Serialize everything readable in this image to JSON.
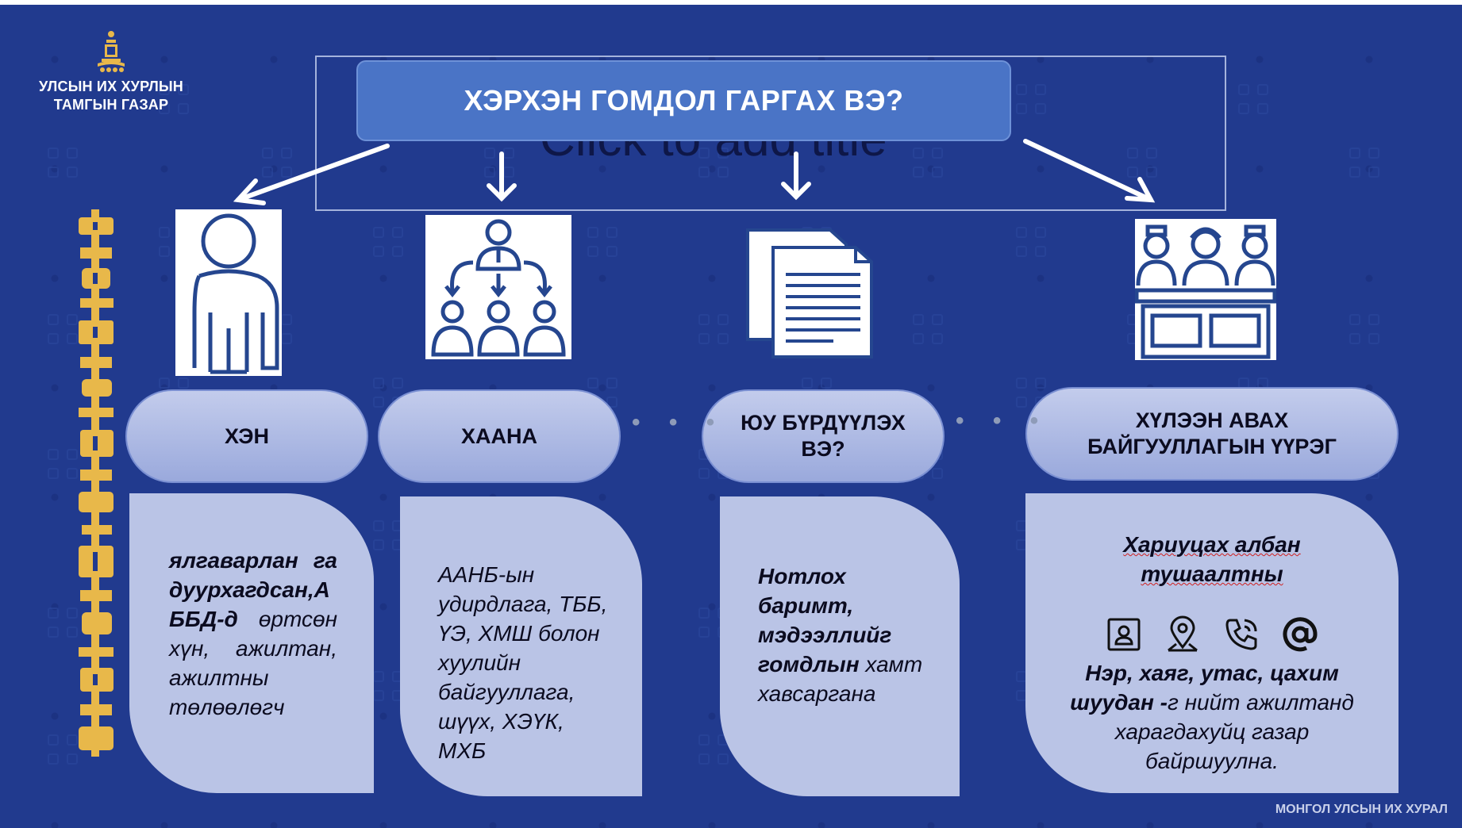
{
  "logo": {
    "org_line1": "УЛСЫН ИХ ХУРЛЫН",
    "org_line2": "ТАМГЫН ГАЗАР"
  },
  "title": "ХЭРХЭН ГОМДОЛ ГАРГАХ ВЭ?",
  "placeholder": "Click to add title",
  "columns": {
    "who": {
      "heading": "ХЭН",
      "text_bold": "ялгаварлан гадуурхагдсан,АББД-д",
      "text_rest": "өртсөн хүн, ажилтан, ажилтны төлөөлөгч"
    },
    "where": {
      "heading": "ХААНА",
      "text": "ААНБ-ын удирдлага, ТББ, ҮЭ, ХМШ болон хуулийн байгууллага, шүүх, ХЭҮК, МХБ"
    },
    "what": {
      "heading": "ЮУ БҮРДҮҮЛЭХ ВЭ?",
      "text_bold": "Нотлох баримт, мэдээллийг гомдлын",
      "text_rest": "хамт хавсаргана"
    },
    "duty": {
      "heading": "ХҮЛЭЭН АВАХ БАЙГУУЛЛАГЫН ҮҮРЭГ",
      "subtitle": "Хариуцах албан тушаалтны",
      "text_bold": "Нэр, хаяг, утас, цахим шуудан -",
      "text_rest": "г нийт ажилтанд харагдахуйц газар байршуулна."
    }
  },
  "icons": [
    "person-icon",
    "organization-hierarchy-icon",
    "documents-icon",
    "judges-panel-icon",
    "contact-card-icon",
    "location-pin-icon",
    "phone-icon",
    "at-sign-icon"
  ],
  "colors": {
    "background": "#213a8e",
    "title_box": "#4a74c6",
    "card": "#bac4e6",
    "pill": "#aab6e2",
    "script": "#e8b84a"
  },
  "footer": "МОНГОЛ УЛСЫН ИХ ХУРАЛ"
}
